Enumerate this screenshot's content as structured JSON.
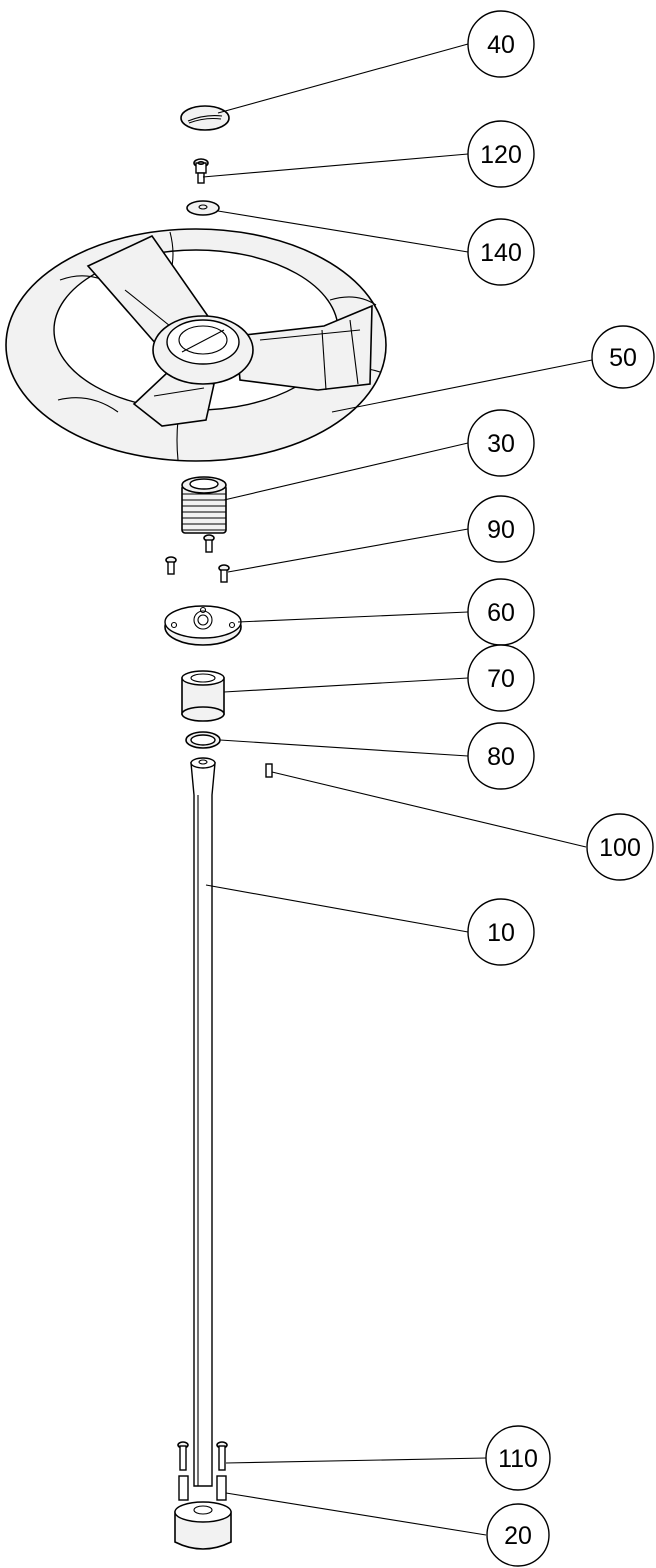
{
  "callouts": [
    {
      "id": "40",
      "label": "40"
    },
    {
      "id": "120",
      "label": "120"
    },
    {
      "id": "140",
      "label": "140"
    },
    {
      "id": "50",
      "label": "50"
    },
    {
      "id": "30",
      "label": "30"
    },
    {
      "id": "90",
      "label": "90"
    },
    {
      "id": "60",
      "label": "60"
    },
    {
      "id": "70",
      "label": "70"
    },
    {
      "id": "80",
      "label": "80"
    },
    {
      "id": "100",
      "label": "100"
    },
    {
      "id": "10",
      "label": "10"
    },
    {
      "id": "110",
      "label": "110"
    },
    {
      "id": "20",
      "label": "20"
    }
  ]
}
